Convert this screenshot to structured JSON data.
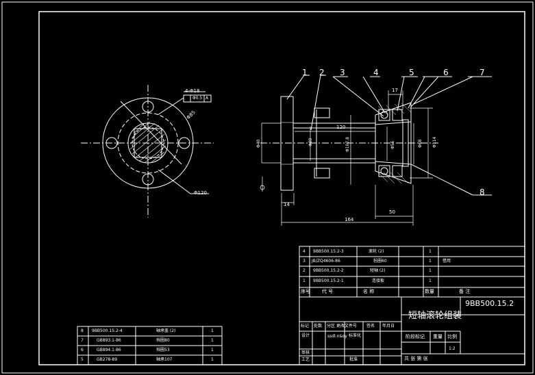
{
  "drawing": {
    "code": "9BB500.15.2",
    "title": "短轴滚轮组装"
  },
  "left_view": {
    "hole_note": "4-Φ18",
    "tolerance_frame": [
      "Φ0.5",
      "A"
    ],
    "dim_pcd": "Φ85",
    "dim_outer": "Φ120"
  },
  "section_view": {
    "balloons": [
      "1",
      "2",
      "3",
      "4",
      "5",
      "6",
      "7",
      "8"
    ],
    "dims": {
      "length_120": "120",
      "width_17": "17",
      "dia_40": "Φ40",
      "dia_80": "Φ80",
      "dia_107": "Φ107.8",
      "dia_56": "Φ56",
      "dia_68": "Φ68",
      "dia_114": "Φ114",
      "len_14": "14",
      "len_50": "50",
      "len_164": "164"
    }
  },
  "parts_list": {
    "rows": [
      {
        "no": "4",
        "code": "9BB500.15.2-3",
        "name": "滚轮 (2)",
        "qty": "1",
        "note": ""
      },
      {
        "no": "3",
        "code": "JB/ZQ4606-86",
        "name": "毡圈60",
        "qty": "1",
        "note": "借用"
      },
      {
        "no": "2",
        "code": "9BB500.15.2-2",
        "name": "短轴 (2)",
        "qty": "1",
        "note": ""
      },
      {
        "no": "1",
        "code": "9BB500.15.2-1",
        "name": "连接板",
        "qty": "1",
        "note": ""
      }
    ],
    "header": {
      "no": "序号",
      "code": "代  号",
      "name": "名    称",
      "qty": "数量",
      "note": "备    注"
    }
  },
  "parts_list_left": {
    "rows": [
      {
        "no": "8",
        "code": "9BB500.15.2-4",
        "name": "轴承盖 (2)",
        "qty": "1"
      },
      {
        "no": "7",
        "code": "GB893.1-86",
        "name": "挡圈80",
        "qty": "1"
      },
      {
        "no": "6",
        "code": "GB894.1-86",
        "name": "挡圈53",
        "qty": "1"
      },
      {
        "no": "5",
        "code": "GB278-89",
        "name": "轴承107",
        "qty": "1"
      }
    ]
  },
  "title_block": {
    "row1": [
      "标记",
      "处数",
      "分区",
      "更改文件号",
      "签名",
      "年月日"
    ],
    "designer": "设计",
    "std": "标准化",
    "std_sig": "ssdl.n&sy",
    "review": "审核",
    "process": "工艺",
    "approve": "批准",
    "stage_label": "阶段标记",
    "weight_label": "重量",
    "scale_label": "比例",
    "scale_value": "1:2",
    "sheets": "共  张 第  张"
  }
}
